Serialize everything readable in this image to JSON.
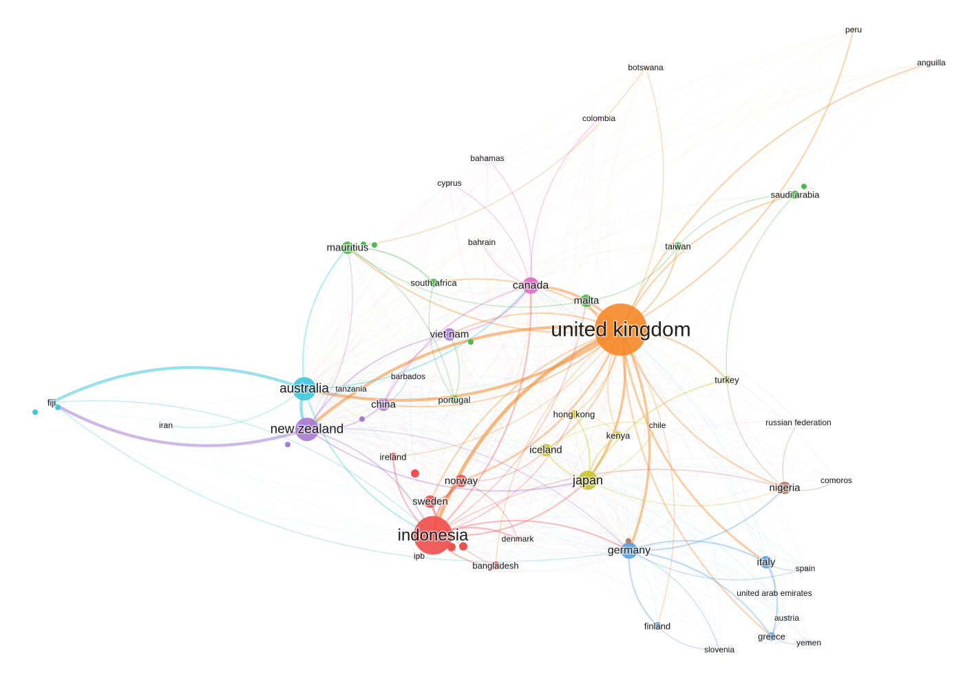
{
  "colors": {
    "red": "#f0514f",
    "orange": "#f58a2b",
    "cyan": "#41c8dc",
    "purple": "#a87bd6",
    "green": "#4db84d",
    "yellow": "#c9c632",
    "pink": "#e26ac6",
    "blue": "#5a9fe0",
    "brown": "#b77c70"
  },
  "nodes": [
    {
      "id": "united_kingdom",
      "label": "united kingdom",
      "cluster": "orange",
      "weight": 10
    },
    {
      "id": "indonesia",
      "label": "indonesia",
      "cluster": "red",
      "weight": 9
    },
    {
      "id": "new_zealand",
      "label": "new zealand",
      "cluster": "purple",
      "weight": 6
    },
    {
      "id": "australia",
      "label": "australia",
      "cluster": "cyan",
      "weight": 6
    },
    {
      "id": "japan",
      "label": "japan",
      "cluster": "yellow",
      "weight": 5
    },
    {
      "id": "canada",
      "label": "canada",
      "cluster": "pink",
      "weight": 4
    },
    {
      "id": "germany",
      "label": "germany",
      "cluster": "blue",
      "weight": 4
    },
    {
      "id": "norway",
      "label": "norway",
      "cluster": "red",
      "weight": 3
    },
    {
      "id": "iceland",
      "label": "iceland",
      "cluster": "yellow",
      "weight": 3
    },
    {
      "id": "italy",
      "label": "italy",
      "cluster": "blue",
      "weight": 3
    },
    {
      "id": "china",
      "label": "china",
      "cluster": "purple",
      "weight": 3
    },
    {
      "id": "viet_nam",
      "label": "viet nam",
      "cluster": "purple",
      "weight": 3
    },
    {
      "id": "malta",
      "label": "malta",
      "cluster": "green",
      "weight": 3
    },
    {
      "id": "mauritius",
      "label": "mauritius",
      "cluster": "green",
      "weight": 3
    },
    {
      "id": "nigeria",
      "label": "nigeria",
      "cluster": "brown",
      "weight": 3
    },
    {
      "id": "sweden",
      "label": "sweden",
      "cluster": "red",
      "weight": 3
    },
    {
      "id": "ireland",
      "label": "ireland",
      "cluster": "red",
      "weight": 2
    },
    {
      "id": "turkey",
      "label": "turkey",
      "cluster": "yellow",
      "weight": 2
    },
    {
      "id": "taiwan",
      "label": "taiwan",
      "cluster": "green",
      "weight": 2
    },
    {
      "id": "portugal",
      "label": "portugal",
      "cluster": "green",
      "weight": 2
    },
    {
      "id": "south_africa",
      "label": "south africa",
      "cluster": "green",
      "weight": 2
    },
    {
      "id": "greece",
      "label": "greece",
      "cluster": "blue",
      "weight": 2
    },
    {
      "id": "finland",
      "label": "finland",
      "cluster": "blue",
      "weight": 2
    },
    {
      "id": "fiji",
      "label": "fiji",
      "cluster": "cyan",
      "weight": 2
    },
    {
      "id": "hong_kong",
      "label": "hong kong",
      "cluster": "yellow",
      "weight": 2
    },
    {
      "id": "kenya",
      "label": "kenya",
      "cluster": "yellow",
      "weight": 2
    },
    {
      "id": "chile",
      "label": "chile",
      "cluster": "yellow",
      "weight": 1
    },
    {
      "id": "saudi_arabia",
      "label": "saudi arabia",
      "cluster": "green",
      "weight": 2
    },
    {
      "id": "bangladesh",
      "label": "bangladesh",
      "cluster": "red",
      "weight": 2
    },
    {
      "id": "denmark",
      "label": "denmark",
      "cluster": "red",
      "weight": 1
    },
    {
      "id": "spain",
      "label": "spain",
      "cluster": "blue",
      "weight": 1
    },
    {
      "id": "united_arab_emirates",
      "label": "united arab emirates",
      "cluster": "blue",
      "weight": 1
    },
    {
      "id": "barbados",
      "label": "barbados",
      "cluster": "purple",
      "weight": 1
    },
    {
      "id": "tanzania",
      "label": "tanzania",
      "cluster": "cyan",
      "weight": 1
    },
    {
      "id": "iran",
      "label": "iran",
      "cluster": "cyan",
      "weight": 1
    },
    {
      "id": "russian_federation",
      "label": "russian federation",
      "cluster": "brown",
      "weight": 1
    },
    {
      "id": "comoros",
      "label": "comoros",
      "cluster": "brown",
      "weight": 1
    },
    {
      "id": "austria",
      "label": "austria",
      "cluster": "blue",
      "weight": 1
    },
    {
      "id": "yemen",
      "label": "yemen",
      "cluster": "blue",
      "weight": 1
    },
    {
      "id": "slovenia",
      "label": "slovenia",
      "cluster": "blue",
      "weight": 1
    },
    {
      "id": "ipb",
      "label": "ipb",
      "cluster": "red",
      "weight": 1
    },
    {
      "id": "bahrain",
      "label": "bahrain",
      "cluster": "orange",
      "weight": 1
    },
    {
      "id": "cyprus",
      "label": "cyprus",
      "cluster": "pink",
      "weight": 1
    },
    {
      "id": "bahamas",
      "label": "bahamas",
      "cluster": "pink",
      "weight": 1
    },
    {
      "id": "colombia",
      "label": "colombia",
      "cluster": "pink",
      "weight": 1
    },
    {
      "id": "botswana",
      "label": "botswana",
      "cluster": "orange",
      "weight": 1
    },
    {
      "id": "peru",
      "label": "peru",
      "cluster": "orange",
      "weight": 1
    },
    {
      "id": "anguilla",
      "label": "anguilla",
      "cluster": "orange",
      "weight": 1
    }
  ],
  "links": [
    {
      "source": "united_kingdom",
      "target": "indonesia",
      "strength": 6
    },
    {
      "source": "united_kingdom",
      "target": "australia",
      "strength": 5
    },
    {
      "source": "united_kingdom",
      "target": "new_zealand",
      "strength": 5
    },
    {
      "source": "united_kingdom",
      "target": "japan",
      "strength": 4
    },
    {
      "source": "united_kingdom",
      "target": "canada",
      "strength": 4
    },
    {
      "source": "united_kingdom",
      "target": "germany",
      "strength": 4
    },
    {
      "source": "united_kingdom",
      "target": "italy",
      "strength": 3
    },
    {
      "source": "united_kingdom",
      "target": "malta",
      "strength": 3
    },
    {
      "source": "united_kingdom",
      "target": "taiwan",
      "strength": 2
    },
    {
      "source": "united_kingdom",
      "target": "saudi_arabia",
      "strength": 2
    },
    {
      "source": "united_kingdom",
      "target": "peru",
      "strength": 2
    },
    {
      "source": "united_kingdom",
      "target": "anguilla",
      "strength": 2
    },
    {
      "source": "united_kingdom",
      "target": "botswana",
      "strength": 1
    },
    {
      "source": "united_kingdom",
      "target": "turkey",
      "strength": 2
    },
    {
      "source": "united_kingdom",
      "target": "nigeria",
      "strength": 2
    },
    {
      "source": "united_kingdom",
      "target": "norway",
      "strength": 3
    },
    {
      "source": "united_kingdom",
      "target": "sweden",
      "strength": 2
    },
    {
      "source": "united_kingdom",
      "target": "iceland",
      "strength": 2
    },
    {
      "source": "united_kingdom",
      "target": "viet_nam",
      "strength": 2
    },
    {
      "source": "united_kingdom",
      "target": "china",
      "strength": 2
    },
    {
      "source": "united_kingdom",
      "target": "greece",
      "strength": 2
    },
    {
      "source": "united_kingdom",
      "target": "finland",
      "strength": 1
    },
    {
      "source": "united_kingdom",
      "target": "bangladesh",
      "strength": 1
    },
    {
      "source": "united_kingdom",
      "target": "hong_kong",
      "strength": 1
    },
    {
      "source": "united_kingdom",
      "target": "kenya",
      "strength": 1
    },
    {
      "source": "united_kingdom",
      "target": "mauritius",
      "strength": 2
    },
    {
      "source": "united_kingdom",
      "target": "south_africa",
      "strength": 2
    },
    {
      "source": "united_kingdom",
      "target": "ireland",
      "strength": 1
    },
    {
      "source": "australia",
      "target": "fiji",
      "strength": 5
    },
    {
      "source": "new_zealand",
      "target": "fiji",
      "strength": 5
    },
    {
      "source": "australia",
      "target": "new_zealand",
      "strength": 5
    },
    {
      "source": "australia",
      "target": "iran",
      "strength": 1
    },
    {
      "source": "australia",
      "target": "canada",
      "strength": 2
    },
    {
      "source": "australia",
      "target": "mauritius",
      "strength": 2
    },
    {
      "source": "australia",
      "target": "indonesia",
      "strength": 2
    },
    {
      "source": "new_zealand",
      "target": "indonesia",
      "strength": 2
    },
    {
      "source": "new_zealand",
      "target": "china",
      "strength": 2
    },
    {
      "source": "new_zealand",
      "target": "viet_nam",
      "strength": 2
    },
    {
      "source": "new_zealand",
      "target": "japan",
      "strength": 2
    },
    {
      "source": "new_zealand",
      "target": "germany",
      "strength": 1
    },
    {
      "source": "new_zealand",
      "target": "mauritius",
      "strength": 1
    },
    {
      "source": "indonesia",
      "target": "norway",
      "strength": 3
    },
    {
      "source": "indonesia",
      "target": "sweden",
      "strength": 3
    },
    {
      "source": "indonesia",
      "target": "ireland",
      "strength": 2
    },
    {
      "source": "indonesia",
      "target": "bangladesh",
      "strength": 2
    },
    {
      "source": "indonesia",
      "target": "denmark",
      "strength": 2
    },
    {
      "source": "indonesia",
      "target": "canada",
      "strength": 2
    },
    {
      "source": "indonesia",
      "target": "germany",
      "strength": 2
    },
    {
      "source": "indonesia",
      "target": "japan",
      "strength": 2
    },
    {
      "source": "indonesia",
      "target": "ipb",
      "strength": 1
    },
    {
      "source": "indonesia",
      "target": "malta",
      "strength": 1
    },
    {
      "source": "indonesia",
      "target": "nigeria",
      "strength": 1
    },
    {
      "source": "indonesia",
      "target": "hong_kong",
      "strength": 1
    },
    {
      "source": "japan",
      "target": "iceland",
      "strength": 2
    },
    {
      "source": "japan",
      "target": "hong_kong",
      "strength": 2
    },
    {
      "source": "japan",
      "target": "kenya",
      "strength": 2
    },
    {
      "source": "japan",
      "target": "chile",
      "strength": 1
    },
    {
      "source": "japan",
      "target": "turkey",
      "strength": 2
    },
    {
      "source": "japan",
      "target": "nigeria",
      "strength": 1
    },
    {
      "source": "germany",
      "target": "italy",
      "strength": 2
    },
    {
      "source": "germany",
      "target": "finland",
      "strength": 2
    },
    {
      "source": "germany",
      "target": "greece",
      "strength": 2
    },
    {
      "source": "germany",
      "target": "spain",
      "strength": 1
    },
    {
      "source": "germany",
      "target": "slovenia",
      "strength": 1
    },
    {
      "source": "germany",
      "target": "nigeria",
      "strength": 2
    },
    {
      "source": "italy",
      "target": "greece",
      "strength": 2
    },
    {
      "source": "italy",
      "target": "spain",
      "strength": 1
    },
    {
      "source": "italy",
      "target": "united_arab_emirates",
      "strength": 1
    },
    {
      "source": "greece",
      "target": "yemen",
      "strength": 1
    },
    {
      "source": "greece",
      "target": "austria",
      "strength": 1
    },
    {
      "source": "finland",
      "target": "slovenia",
      "strength": 1
    },
    {
      "source": "nigeria",
      "target": "russian_federation",
      "strength": 1
    },
    {
      "source": "nigeria",
      "target": "comoros",
      "strength": 1
    },
    {
      "source": "nigeria",
      "target": "turkey",
      "strength": 1
    },
    {
      "source": "canada",
      "target": "bahamas",
      "strength": 1
    },
    {
      "source": "canada",
      "target": "colombia",
      "strength": 1
    },
    {
      "source": "canada",
      "target": "cyprus",
      "strength": 1
    },
    {
      "source": "canada",
      "target": "viet_nam",
      "strength": 2
    },
    {
      "source": "canada",
      "target": "china",
      "strength": 2
    },
    {
      "source": "canada",
      "target": "bahrain",
      "strength": 1
    },
    {
      "source": "malta",
      "target": "taiwan",
      "strength": 1
    },
    {
      "source": "mauritius",
      "target": "south_africa",
      "strength": 2
    },
    {
      "source": "mauritius",
      "target": "malta",
      "strength": 1
    },
    {
      "source": "mauritius",
      "target": "portugal",
      "strength": 1
    },
    {
      "source": "south_africa",
      "target": "portugal",
      "strength": 1
    },
    {
      "source": "taiwan",
      "target": "saudi_arabia",
      "strength": 1
    },
    {
      "source": "saudi_arabia",
      "target": "turkey",
      "strength": 1
    },
    {
      "source": "china",
      "target": "viet_nam",
      "strength": 1
    },
    {
      "source": "china",
      "target": "barbados",
      "strength": 1
    },
    {
      "source": "norway",
      "target": "sweden",
      "strength": 2
    },
    {
      "source": "norway",
      "target": "iceland",
      "strength": 1
    },
    {
      "source": "norway",
      "target": "denmark",
      "strength": 1
    },
    {
      "source": "sweden",
      "target": "bangladesh",
      "strength": 1
    },
    {
      "source": "iceland",
      "target": "chile",
      "strength": 1
    },
    {
      "source": "kenya",
      "target": "hong_kong",
      "strength": 1
    },
    {
      "source": "tanzania",
      "target": "australia",
      "strength": 1
    },
    {
      "source": "portugal",
      "target": "viet_nam",
      "strength": 1
    },
    {
      "source": "botswana",
      "target": "mauritius",
      "strength": 1
    },
    {
      "source": "fiji",
      "target": "germany",
      "strength": 1
    },
    {
      "source": "fiji",
      "target": "indonesia",
      "strength": 1
    }
  ]
}
